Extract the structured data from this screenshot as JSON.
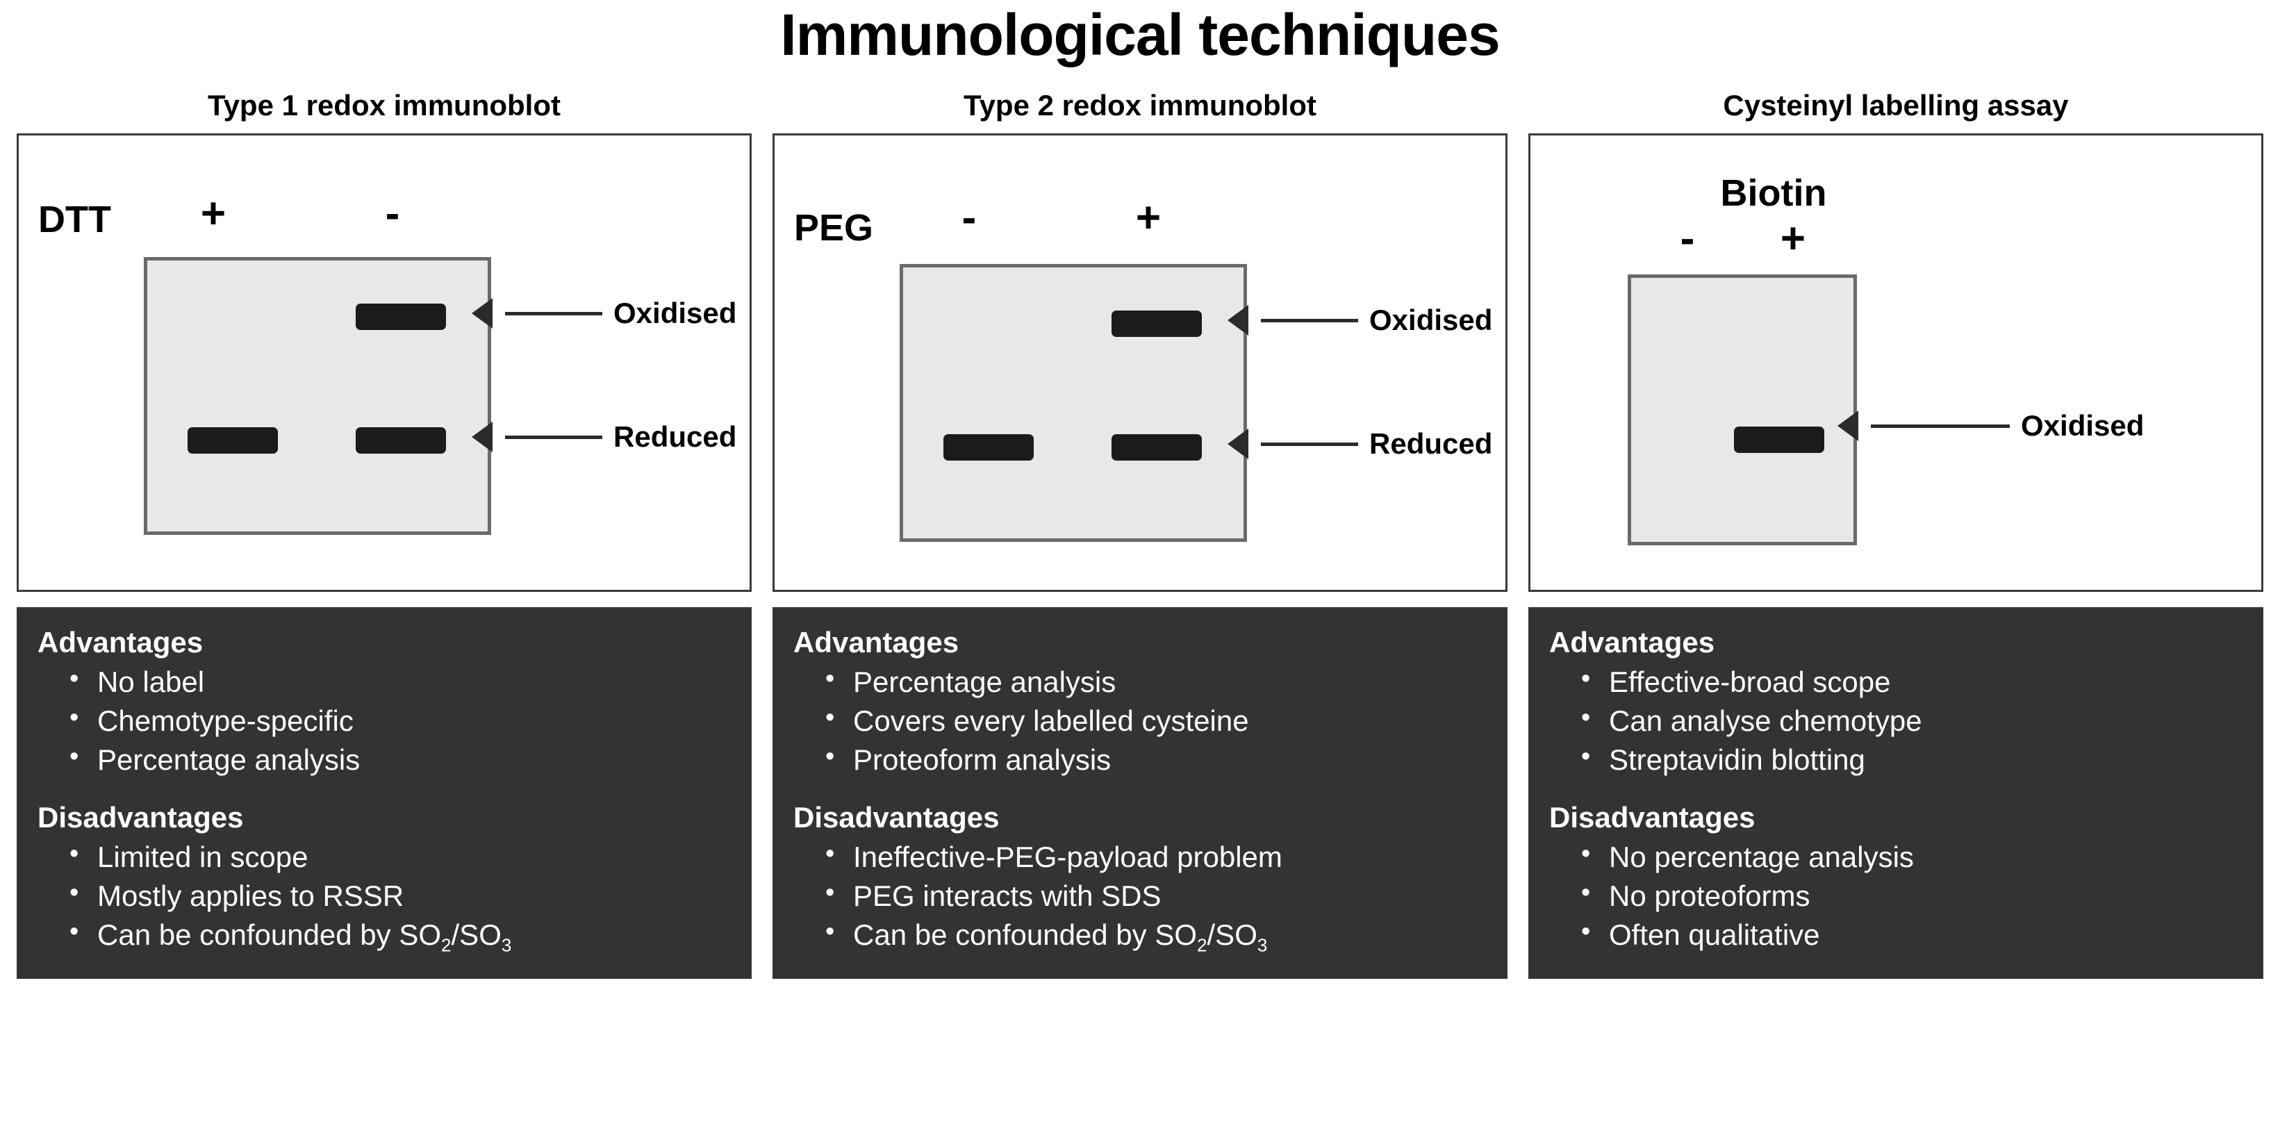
{
  "title": "Immunological techniques",
  "colors": {
    "page_bg": "#ffffff",
    "card_border": "#3b3b3b",
    "gel_fill": "#e8e8e8",
    "gel_border": "#6a6a6a",
    "band": "#1b1b1b",
    "info_bg": "#333333",
    "info_text": "#ffffff",
    "arrow": "#2b2b2b",
    "text": "#000000"
  },
  "panels": [
    {
      "id": "type-1-redox-immunoblot",
      "title": "Type 1 redox immunoblot",
      "gel": {
        "reagent_label": "DTT",
        "reagent_label_layout": "inline",
        "lanes": [
          {
            "sign": "+",
            "bands": [
              "reduced"
            ]
          },
          {
            "sign": "-",
            "bands": [
              "oxidised",
              "reduced"
            ]
          }
        ],
        "annotations": [
          "Oxidised",
          "Reduced"
        ]
      },
      "advantages": {
        "heading": "Advantages",
        "items": [
          "No label",
          "Chemotype-specific",
          "Percentage analysis"
        ]
      },
      "disadvantages": {
        "heading": "Disadvantages",
        "items_html": [
          "Limited in scope",
          "Mostly applies to RSSR",
          "Can be confounded by SO<sub>2</sub>/SO<sub>3</sub>"
        ]
      }
    },
    {
      "id": "type-2-redox-immunoblot",
      "title": "Type 2 redox immunoblot",
      "gel": {
        "reagent_label": "PEG",
        "reagent_label_layout": "inline",
        "lanes": [
          {
            "sign": "-",
            "bands": [
              "reduced"
            ]
          },
          {
            "sign": "+",
            "bands": [
              "oxidised",
              "reduced"
            ]
          }
        ],
        "annotations": [
          "Oxidised",
          "Reduced"
        ]
      },
      "advantages": {
        "heading": "Advantages",
        "items": [
          "Percentage analysis",
          "Covers every labelled cysteine",
          "Proteoform analysis"
        ]
      },
      "disadvantages": {
        "heading": "Disadvantages",
        "items_html": [
          "Ineffective-PEG-payload problem",
          "PEG interacts with SDS",
          "Can be confounded by SO<sub>2</sub>/SO<sub>3</sub>"
        ]
      }
    },
    {
      "id": "cysteinyl-labelling-assay",
      "title": "Cysteinyl labelling assay",
      "gel": {
        "reagent_label": "Biotin",
        "reagent_label_layout": "stacked",
        "lanes": [
          {
            "sign": "-",
            "bands": []
          },
          {
            "sign": "+",
            "bands": [
              "oxidised"
            ]
          }
        ],
        "annotations": [
          "Oxidised"
        ]
      },
      "advantages": {
        "heading": "Advantages",
        "items": [
          "Effective-broad scope",
          "Can analyse chemotype",
          "Streptavidin blotting"
        ]
      },
      "disadvantages": {
        "heading": "Disadvantages",
        "items_html": [
          "No percentage analysis",
          "No proteoforms",
          "Often qualitative"
        ]
      }
    }
  ]
}
